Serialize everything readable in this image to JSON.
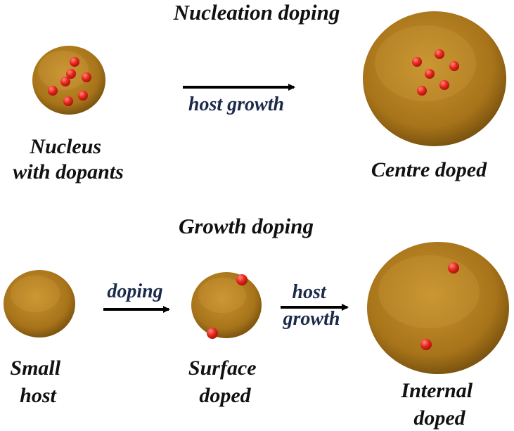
{
  "sections": {
    "nucleation": {
      "title": "Nucleation doping",
      "nucleus_caption": [
        "Nucleus",
        "with dopants"
      ],
      "arrow_label": "host growth",
      "centre_caption": "Centre doped"
    },
    "growth": {
      "title": "Growth doping",
      "small_caption": [
        "Small",
        "host"
      ],
      "arrow1_label": "doping",
      "surface_caption": [
        "Surface",
        "doped"
      ],
      "arrow2_label": [
        "host",
        "growth"
      ],
      "internal_caption": [
        "Internal",
        "doped"
      ]
    }
  },
  "colors": {
    "host_particle": "#b07c1e",
    "host_particle_dark": "#6e4a0c",
    "host_particle_light": "#d9a94a",
    "dopant": "#e8261c",
    "dopant_highlight": "#ff8a80",
    "arrow": "#000000"
  }
}
